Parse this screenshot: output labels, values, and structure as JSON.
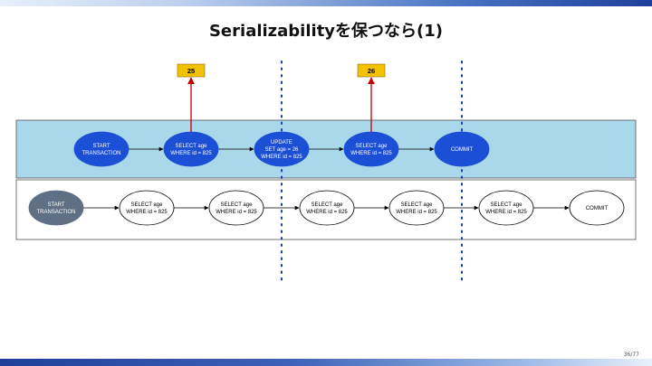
{
  "title": "Serializabilityを保つなら(1)",
  "page_number": "36/77",
  "colors": {
    "lane1_fill": "#a8d8ea",
    "node_blue": "#1a4fd6",
    "node_gray": "#5f6f84",
    "arrow_red": "#c00000",
    "value_box": "#f2c200",
    "divider": "#1a3fb0"
  },
  "lane1": {
    "nodes": [
      {
        "lines": [
          "START",
          "TRANSACTION"
        ]
      },
      {
        "lines": [
          "SELECT age",
          "WHERE id = 825"
        ]
      },
      {
        "lines": [
          "UPDATE",
          "SET age = 26",
          "WHERE id = 825"
        ]
      },
      {
        "lines": [
          "SELECT age",
          "WHERE id = 825"
        ]
      },
      {
        "lines": [
          "COMMIT"
        ]
      }
    ]
  },
  "lane2": {
    "nodes": [
      {
        "lines": [
          "START",
          "TRANSACTION"
        ]
      },
      {
        "lines": [
          "SELECT age",
          "WHERE id = 825"
        ]
      },
      {
        "lines": [
          "SELECT age",
          "WHERE id = 825"
        ]
      },
      {
        "lines": [
          "SELECT age",
          "WHERE id = 825"
        ]
      },
      {
        "lines": [
          "SELECT age",
          "WHERE id = 825"
        ]
      },
      {
        "lines": [
          "SELECT age",
          "WHERE id = 825"
        ]
      },
      {
        "lines": [
          "COMMIT"
        ]
      }
    ]
  },
  "value_boxes": [
    {
      "value": "25",
      "node": 1
    },
    {
      "value": "26",
      "node": 3
    }
  ]
}
